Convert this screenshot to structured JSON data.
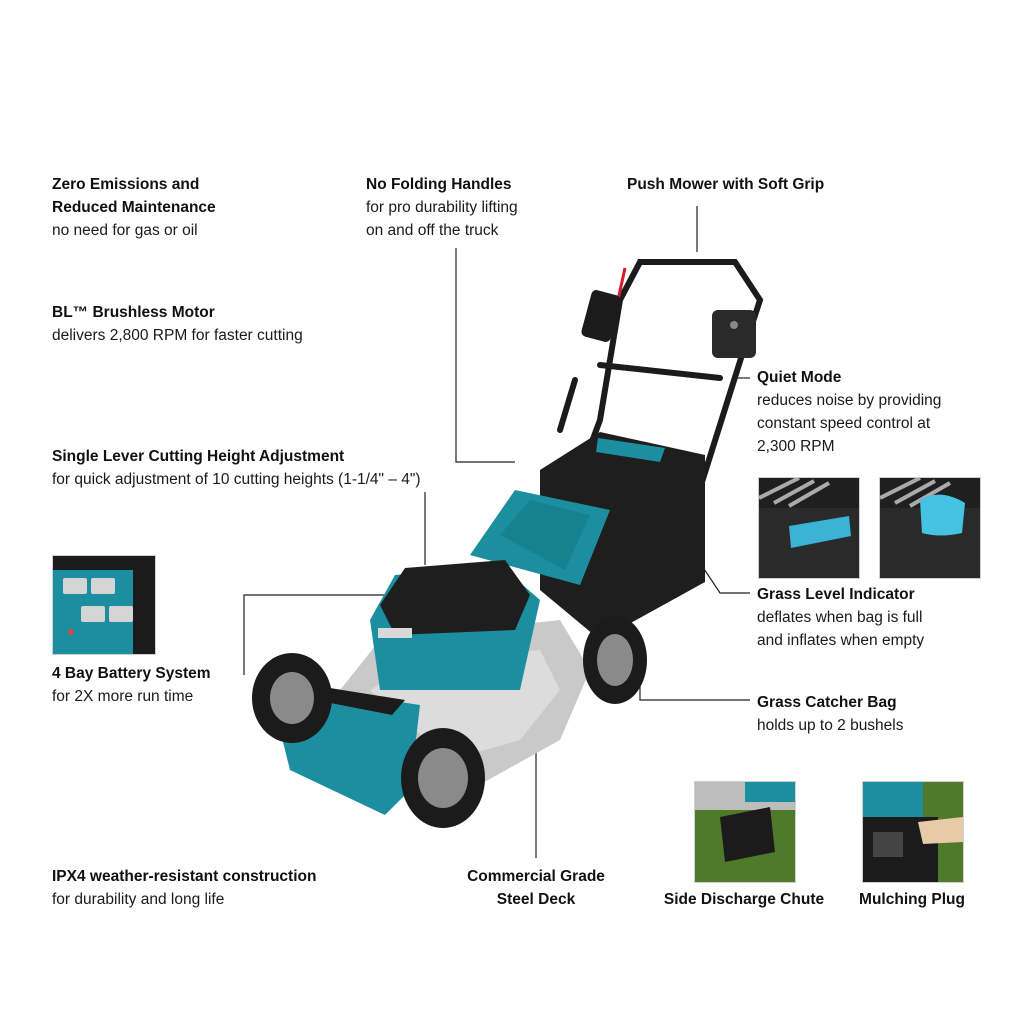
{
  "callouts": {
    "zero_emissions": {
      "title_line1": "Zero Emissions and",
      "title_line2": "Reduced Maintenance",
      "desc": "no need for gas or oil"
    },
    "no_folding": {
      "title": "No Folding Handles",
      "desc_line1": "for pro durability lifting",
      "desc_line2": "on and off the truck"
    },
    "push_mower": {
      "title": "Push Mower with Soft Grip"
    },
    "brushless": {
      "title": "BL™ Brushless Motor",
      "desc": "delivers 2,800 RPM for faster cutting"
    },
    "quiet_mode": {
      "title": "Quiet Mode",
      "desc_line1": "reduces noise by providing",
      "desc_line2": "constant speed control at",
      "desc_line3": "2,300 RPM"
    },
    "height_adjust": {
      "title": "Single Lever Cutting Height Adjustment",
      "desc": "for quick adjustment of 10 cutting heights (1-1/4\" – 4\")"
    },
    "grass_level": {
      "title": "Grass Level Indicator",
      "desc_line1": "deflates when bag is full",
      "desc_line2": "and inflates when empty"
    },
    "battery": {
      "title": "4 Bay Battery System",
      "desc": "for 2X more run time"
    },
    "catcher_bag": {
      "title": "Grass Catcher Bag",
      "desc": "holds up to 2 bushels"
    },
    "ipx4": {
      "title": "IPX4 weather-resistant construction",
      "desc": "for durability and long life"
    },
    "steel_deck": {
      "title_line1": "Commercial Grade",
      "title_line2": "Steel Deck"
    },
    "side_discharge": {
      "title": "Side Discharge Chute"
    },
    "mulching": {
      "title": "Mulching Plug"
    }
  },
  "colors": {
    "teal": "#1b8fa0",
    "teal_dark": "#0f6d7b",
    "black": "#1b1b1b",
    "deck_silver": "#c9c9c9",
    "leader": "#222222",
    "grass": "#4f7a2a"
  },
  "icons": [
    "lawn-mower-image",
    "battery-bay-image",
    "grass-indicator-image",
    "side-discharge-image",
    "mulching-plug-image"
  ]
}
